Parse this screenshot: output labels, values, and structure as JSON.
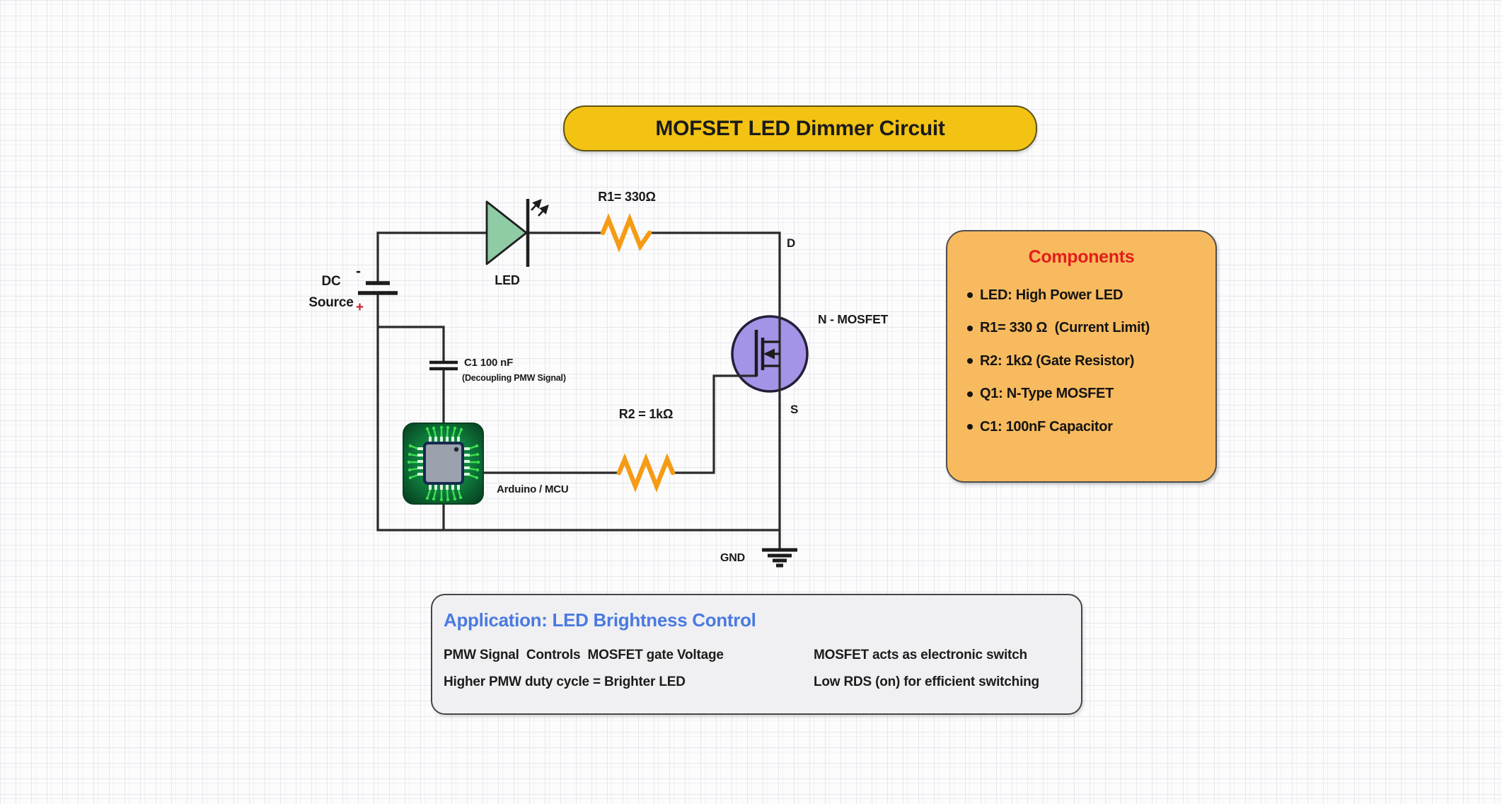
{
  "title_banner": {
    "text": "MOFSET LED Dimmer Circuit"
  },
  "circuit": {
    "dc_source": {
      "line1": "DC",
      "line2": "Source",
      "minus": "-",
      "plus": "+"
    },
    "led": {
      "label": "LED"
    },
    "r1": {
      "label": "R1= 330Ω"
    },
    "r2": {
      "label": "R2 = 1kΩ"
    },
    "capacitor": {
      "label": "C1 100 nF",
      "note": "(Decoupling PMW Signal)"
    },
    "mcu": {
      "label": "Arduino / MCU"
    },
    "mosfet": {
      "label": "N - MOSFET",
      "drain": "D",
      "source": "S"
    },
    "ground": {
      "label": "GND"
    }
  },
  "components_panel": {
    "title": "Components",
    "items": [
      "LED: High Power LED",
      "R1= 330 Ω  (Current Limit)",
      "R2: 1kΩ (Gate Resistor)",
      "Q1: N-Type MOSFET",
      "C1: 100nF Capacitor"
    ]
  },
  "application_panel": {
    "title": "Application: LED Brightness Control",
    "notes_left": [
      "PMW Signal  Controls  MOSFET gate Voltage",
      "Higher PMW duty cycle = Brighter LED"
    ],
    "notes_right": [
      "MOSFET acts as electronic switch",
      "Low RDS (on) for efficient switching"
    ]
  },
  "colors": {
    "banner_fill": "#f3c313",
    "components_fill": "#f8ba5e",
    "components_title_red": "#e11d1d",
    "application_title_blue": "#4a7ae0",
    "mosfet_fill": "#a493e6",
    "led_fill": "#8fcba4",
    "resistor_stroke": "#f59b14",
    "wire": "#2b2b2b",
    "plus_red": "#cc1f1f",
    "pcb_green": "#0d6a33",
    "trace_green": "#3ce04f"
  }
}
